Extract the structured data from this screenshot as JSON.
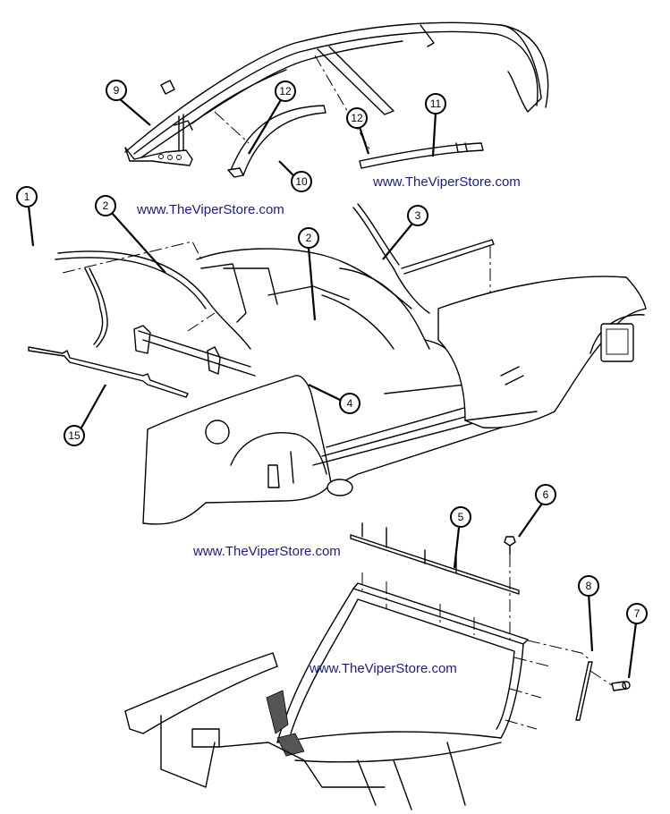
{
  "diagram": {
    "title": "Dodge Viper body structure exploded parts diagram",
    "watermark_color": "#1a1a8c",
    "watermarks": [
      "www.TheViperStore.com",
      "www.TheViperStore.com",
      "www.TheViperStore.com",
      "www.TheViperStore.com"
    ],
    "callouts": [
      {
        "id": "1",
        "label": "1"
      },
      {
        "id": "2a",
        "label": "2"
      },
      {
        "id": "2b",
        "label": "2"
      },
      {
        "id": "3",
        "label": "3"
      },
      {
        "id": "4",
        "label": "4"
      },
      {
        "id": "5",
        "label": "5"
      },
      {
        "id": "6",
        "label": "6"
      },
      {
        "id": "7",
        "label": "7"
      },
      {
        "id": "8",
        "label": "8"
      },
      {
        "id": "9",
        "label": "9"
      },
      {
        "id": "10",
        "label": "10"
      },
      {
        "id": "11",
        "label": "11"
      },
      {
        "id": "12a",
        "label": "12"
      },
      {
        "id": "12b",
        "label": "12"
      },
      {
        "id": "15",
        "label": "15"
      }
    ]
  }
}
